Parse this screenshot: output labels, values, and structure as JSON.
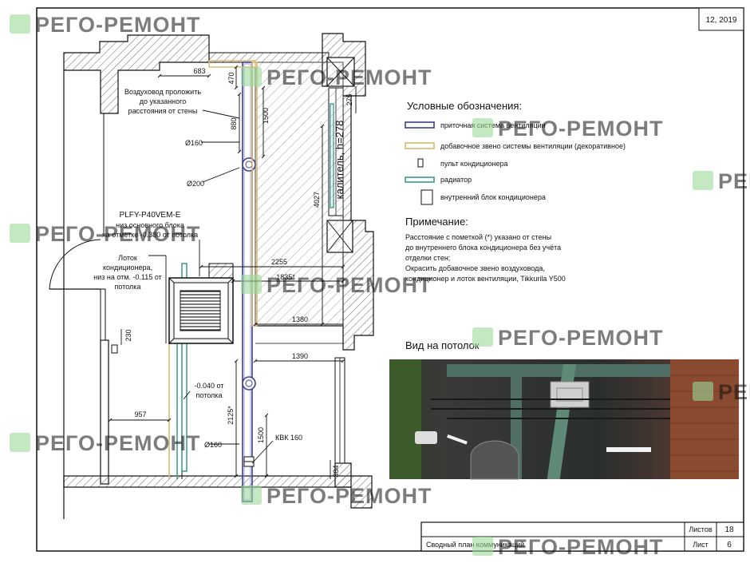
{
  "sheet": {
    "date": "12, 2019"
  },
  "watermark": {
    "text": "РЕГО-РЕМОНТ",
    "color": "#8fd08a"
  },
  "colors": {
    "supply_duct": "#3b3f9a",
    "decor_duct": "#d8b76a",
    "radiator": "#3a9a8a",
    "hatch": "#555555",
    "ink": "#111111"
  },
  "legend": {
    "title": "Условные обозначения:",
    "items": [
      "приточная система вентиляции",
      "добавочное звено системы вентиляции (декоративное)",
      "пульт кондиционера",
      "радиатор",
      "внутренний блок кондиционера"
    ]
  },
  "note": {
    "title": "Примечание:",
    "lines": [
      "Расстояние с пометкой (*) указано от стены",
      "до внутреннего блока кондиционера без учёта",
      "отделки стен;",
      "Окрасить добавочное звено воздуховода,",
      "кондиционер и  лоток вентиляции, Tikkurila Y500"
    ]
  },
  "ceiling_view": {
    "title": "Вид на потолок"
  },
  "drawing": {
    "labels": {
      "duct_note": [
        "Воздуховод проложить",
        "до указанного",
        "расстояния от стены"
      ],
      "unit_model": [
        "PLFY-P40VEM-E",
        "низ основного блока",
        "на отметке -0.380 от потолка"
      ],
      "tray": [
        "Лоток",
        "кондиционера,",
        "низ на отм. -0.115 от",
        "потолка"
      ],
      "mark_040": [
        "-0.040 от",
        "потолка"
      ],
      "heater": "калитель, h=278",
      "kvk": "КВК 160"
    },
    "dims": {
      "d683": "683",
      "d470": "470",
      "d880": "880",
      "d1500a": "1500",
      "d275": "275",
      "d160a": "Ø160",
      "d200": "Ø200",
      "d4027": "4027",
      "d2255": "2255",
      "d1835": "1835*",
      "d1380": "1380",
      "d1390": "1390",
      "d230": "230",
      "d957": "957",
      "d2125": "2125*",
      "d160b": "Ø160",
      "d1500b": "1500",
      "d384": "384"
    }
  },
  "title_block": {
    "sheets_label": "Листов",
    "sheets_value": "18",
    "sheet_label": "Лист",
    "sheet_value": "6",
    "caption": "Сводный план коммуникаций"
  }
}
